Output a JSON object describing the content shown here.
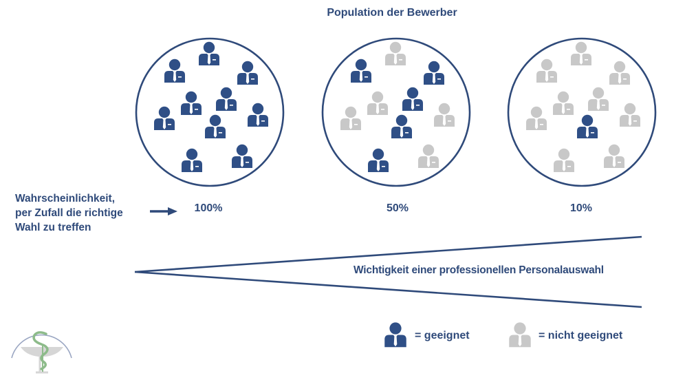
{
  "title": "Population der Bewerber",
  "colors": {
    "suitable": "#2f4f86",
    "unsuitable": "#c8c8c8",
    "outline": "#2f4a7a",
    "text": "#2f4a7a",
    "logo_green": "#8dbb8a",
    "logo_grey": "#d6d6d6",
    "logo_arc": "#9aa6c2"
  },
  "probability_label": {
    "line1": "Wahrscheinlichkeit,",
    "line2": "per Zufall die richtige",
    "line3": "Wahl zu treffen"
  },
  "populations": [
    {
      "percentage": "100%",
      "suitable_indices": [
        0,
        1,
        2,
        3,
        4,
        5,
        6,
        7,
        8,
        9
      ]
    },
    {
      "percentage": "50%",
      "suitable_indices": [
        1,
        2,
        4,
        7,
        8
      ]
    },
    {
      "percentage": "10%",
      "suitable_indices": [
        7
      ]
    }
  ],
  "wedge_label": "Wichtigkeit einer professionellen Personalauswahl",
  "legend": {
    "suitable": "= geeignet",
    "unsuitable": "= nicht geeignet"
  },
  "icons": {
    "person": "person-in-suit-icon",
    "arrow": "right-arrow-icon",
    "logo": "caduceus-bowl-logo"
  }
}
